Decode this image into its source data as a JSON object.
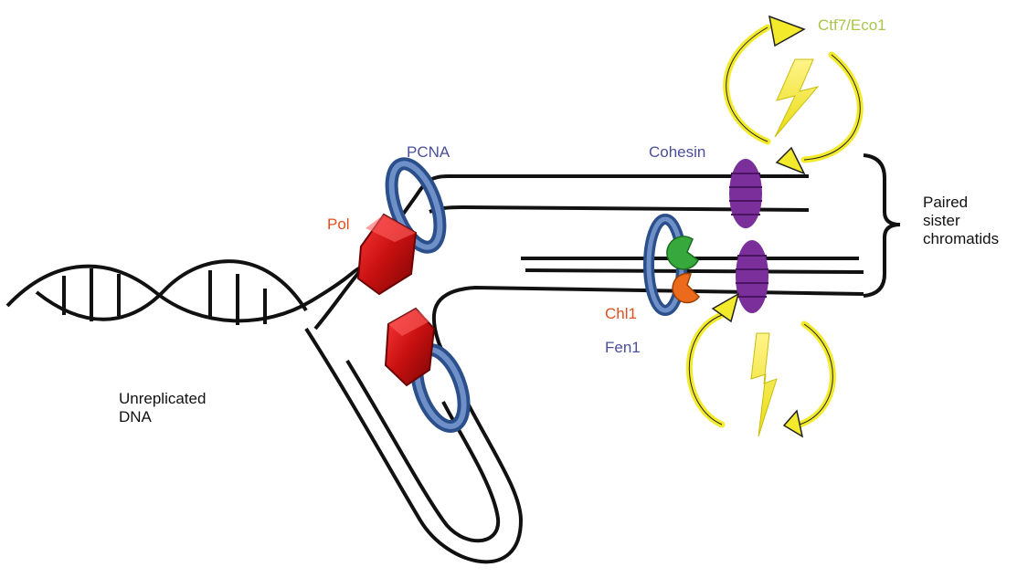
{
  "labels": {
    "ctf7": "Ctf7/Eco1",
    "pcna": "PCNA",
    "cohesin": "Cohesin",
    "pol": "Pol",
    "paired": "Paired\nsister\nchromatids",
    "chl1": "Chl1",
    "fen1": "Fen1",
    "unreplicated": "Unreplicated\nDNA"
  },
  "colors": {
    "dna": "#111111",
    "pcna_ring": "#4a6aa6",
    "pol_box": "#c81010",
    "cohesin": "#7a2f9a",
    "ctf7_arrow": "#f2ea2a",
    "ctf7_text": "#a8c64a",
    "pcna_text": "#4b4f9a",
    "pol_text": "#e0501e",
    "chl1_green": "#36a83c",
    "chl1_orange": "#ec6a1c"
  },
  "icons": [
    "pcna-ring",
    "polymerase-block",
    "cohesin-ring",
    "ctf7-cycle-arrow",
    "lightning-bolt",
    "chl1-protein",
    "bracket"
  ]
}
